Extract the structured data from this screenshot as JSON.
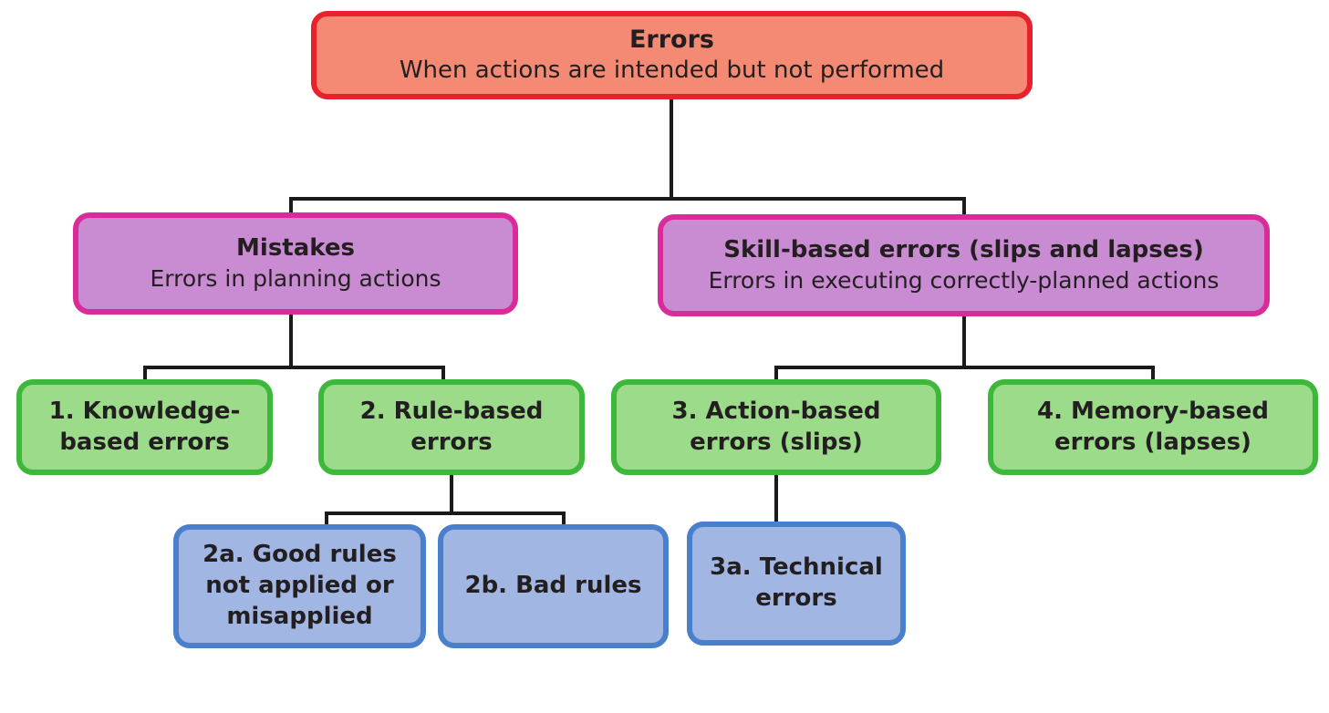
{
  "root": {
    "title": "Errors",
    "desc": "When actions are intended but not performed"
  },
  "mistakes": {
    "title": "Mistakes",
    "desc": "Errors in planning actions"
  },
  "skill": {
    "title": "Skill-based errors (slips and lapses)",
    "desc": "Errors in executing correctly-planned actions"
  },
  "knowledge": {
    "line1": "1. Knowledge-",
    "line2": "based errors"
  },
  "rule": {
    "line1": "2. Rule-based",
    "line2": "errors"
  },
  "action": {
    "line1": "3. Action-based",
    "line2": "errors (slips)"
  },
  "memory": {
    "line1": "4. Memory-based",
    "line2": "errors (lapses)"
  },
  "good_rules": {
    "line1": "2a. Good rules",
    "line2": "not applied or",
    "line3": "misapplied"
  },
  "bad_rules": {
    "line1": "2b. Bad rules"
  },
  "technical": {
    "line1": "3a. Technical",
    "line2": "errors"
  },
  "colors": {
    "root_fill": "#f48a74",
    "root_border": "#e8222c",
    "level1_fill": "#c98bd2",
    "level1_border": "#d92b9a",
    "level2_fill": "#9bdb8a",
    "level2_border": "#3db83a",
    "level3_fill": "#a2b6e3",
    "level3_border": "#4a7fcb",
    "connector": "#1a1a1a"
  }
}
